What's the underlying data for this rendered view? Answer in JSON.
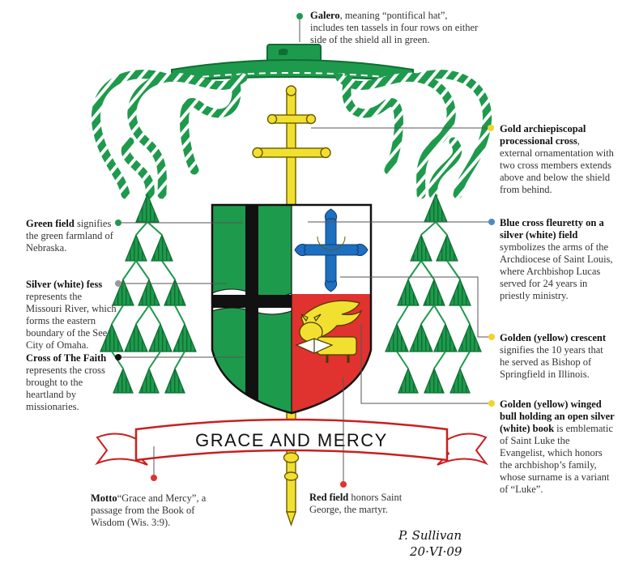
{
  "motto_banner": "GRACE AND MERCY",
  "signature": {
    "name": "P. Sullivan",
    "date": "20·VI·09"
  },
  "annotations": {
    "galero": {
      "term": "Galero",
      "text": ", meaning “pontifical hat”, includes ten tassels in four rows on either side of the shield all in green."
    },
    "cross": {
      "term": "Gold archiepiscopal processional cross",
      "text": ", external ornamentation with two cross members extends above and below the shield from behind."
    },
    "green": {
      "term": "Green field",
      "text": " signifies the green farmland of Nebraska."
    },
    "blue": {
      "term": "Blue cross fleuretty on a silver (white) field",
      "text": " symbolizes the arms of the Archdiocese of Saint Louis, where Archbishop Lucas served for 24 years in priestly ministry."
    },
    "fess": {
      "term": "Silver (white) fess",
      "text": " represents the Missouri River, which forms the eastern boundary of the See City of Omaha."
    },
    "crescent": {
      "term": "Golden (yellow) crescent",
      "text": " signifies the 10 years that he served as Bishop of Springfield in Illinois."
    },
    "faith": {
      "term": "Cross of The Faith",
      "text": " represents the cross brought to the heartland by missionaries."
    },
    "bull": {
      "term": "Golden (yellow) winged bull holding an open silver (white) book",
      "text": " is emblematic of Saint Luke the Evangelist, which honors the archbishop’s family, whose surname is a variant of “Luke”."
    },
    "motto": {
      "term": "Motto",
      "text": "“Grace and Mercy”, a passage from the Book of Wisdom (Wis. 3:9)."
    },
    "red": {
      "term": "Red field",
      "text": " honors Saint George, the martyr."
    }
  },
  "colors": {
    "green": "#1e9a4c",
    "green_dark": "#0f6e33",
    "gold": "#f2e030",
    "red": "#e0322f",
    "blue": "#1d6fc0",
    "black": "#111111"
  }
}
